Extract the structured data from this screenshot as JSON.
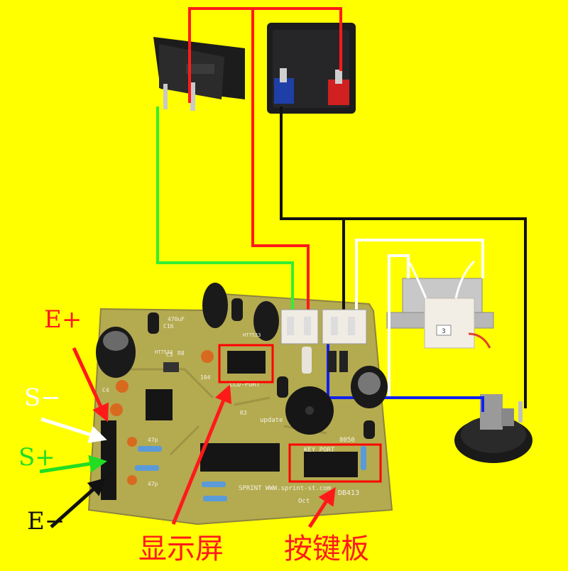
{
  "labels": {
    "e_plus": "E+",
    "s_minus": "S−",
    "s_plus": "S+",
    "e_minus": "E−",
    "lcd_screen": "显示屏",
    "keypad": "按键板"
  },
  "board": {
    "lcd_port": "LCD-PORT",
    "key_port": "KEY PORT",
    "brand": "SPRINT WWW.sprint-st.com",
    "model": "DB413",
    "date": "Oct",
    "chip_8050": "8050",
    "update": "update",
    "cap_label": "470uF",
    "c16": "C16",
    "ht7533_a": "HT7533",
    "ht7533_b": "HT7533",
    "r3": "R3",
    "r8": "R8",
    "c4": "C4",
    "c5": "C5",
    "q104": "104",
    "p47a": "47p",
    "p47b": "47p"
  },
  "transformer": {
    "tag": "3"
  },
  "colors": {
    "background": "#ffff00",
    "pcb": "#b7ae52",
    "wire_red": "#ff1a1a",
    "wire_black": "#111111",
    "wire_green": "#33ee33",
    "wire_blue": "#1020ee",
    "wire_white": "#ffffff",
    "highlight_box": "#ff0000"
  }
}
